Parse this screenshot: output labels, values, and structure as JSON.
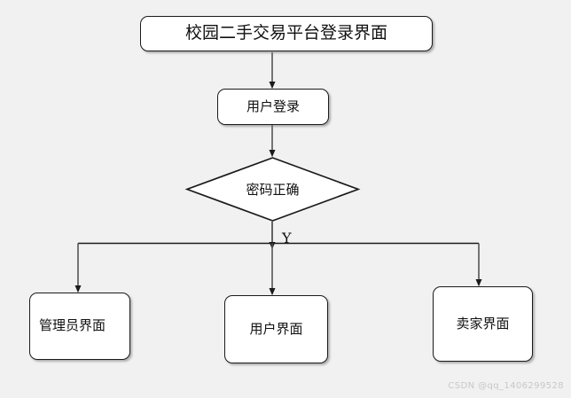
{
  "diagram": {
    "type": "flowchart",
    "background_color": "#f1f1f1",
    "node_fill": "#ffffff",
    "node_stroke": "#1b1b1b",
    "nodes": {
      "title": "校园二手交易平台登录界面",
      "login": "用户登录",
      "decision": "密码正确",
      "admin": "管理员界面",
      "user": "用户界面",
      "seller": "卖家界面"
    },
    "edge_labels": {
      "yes": "Y"
    }
  },
  "watermark": {
    "text": "CSDN @qq_1406299528"
  }
}
